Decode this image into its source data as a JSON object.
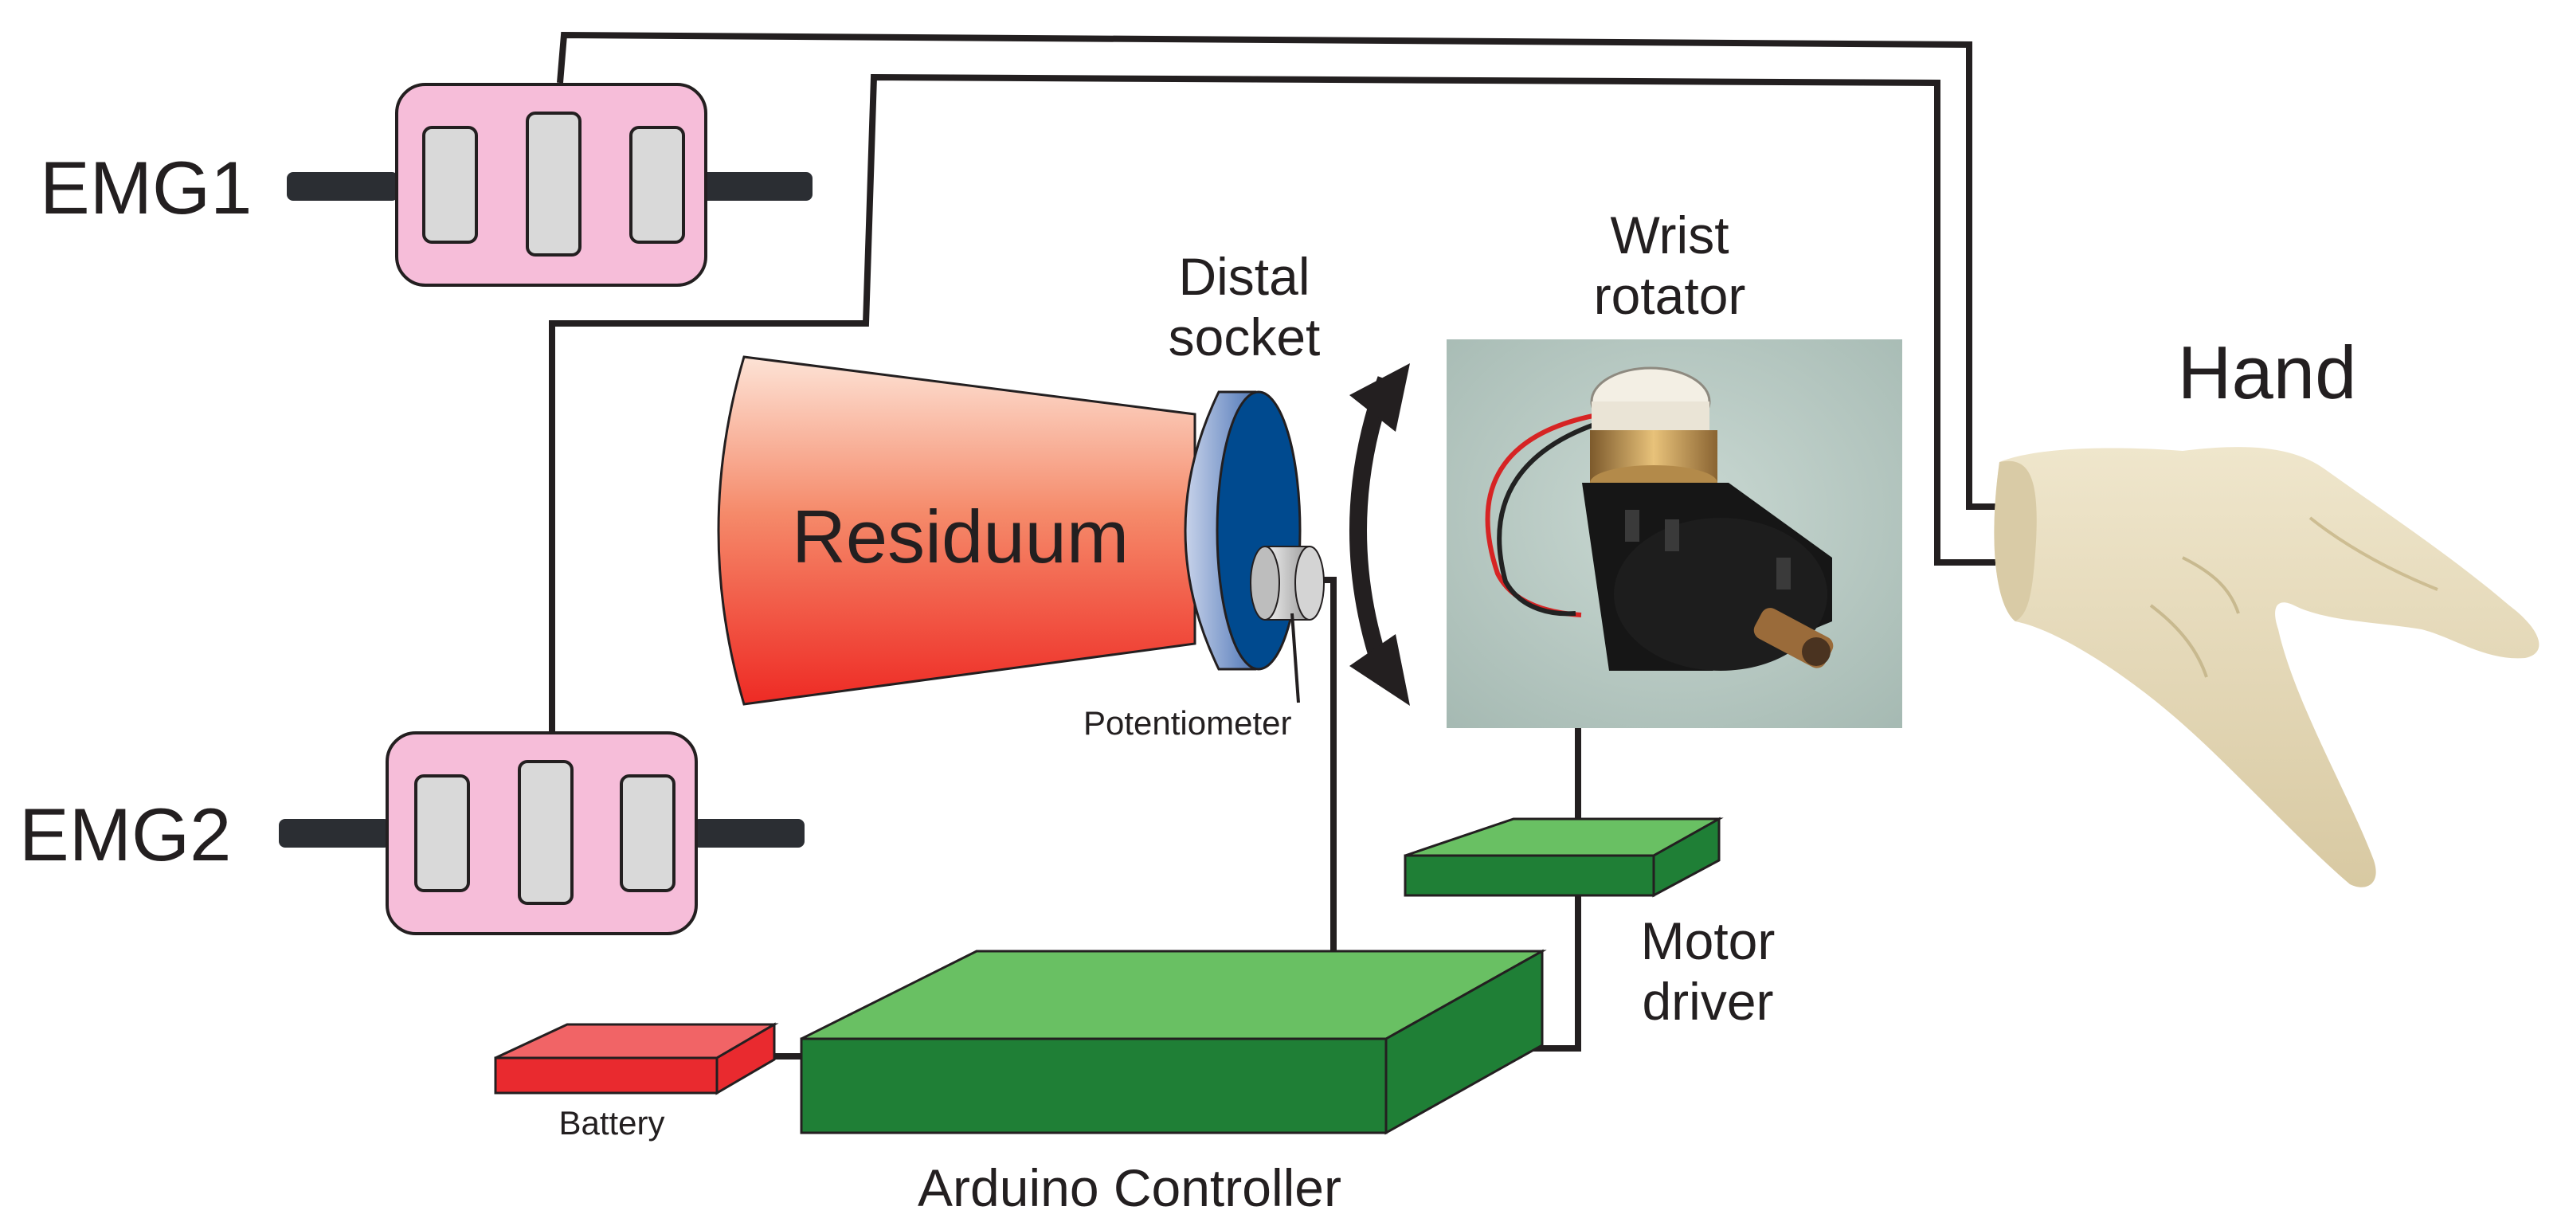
{
  "labels": {
    "emg1": "EMG1",
    "emg2": "EMG2",
    "residuum": "Residuum",
    "distal_socket_line1": "Distal",
    "distal_socket_line2": "socket",
    "potentiometer": "Potentiometer",
    "wrist_rotator_line1": "Wrist",
    "wrist_rotator_line2": "rotator",
    "hand": "Hand",
    "motor_driver_line1": "Motor",
    "motor_driver_line2": "driver",
    "battery": "Battery",
    "arduino_controller": "Arduino Controller"
  },
  "icons": {
    "rotation": "double-arrow-arc-icon",
    "photo_wrist_rotator": "wrist-rotator-photo",
    "photo_hand": "prosthetic-hand-photo"
  },
  "colors": {
    "emg_body": "#f6bdd9",
    "emg_electrode": "#d9d9d9",
    "emg_lead": "#2b2e33",
    "residuum_top": "#fde3d6",
    "residuum_bottom": "#ee2a24",
    "socket_dark": "#004a8f",
    "socket_light": "#c8d3ea",
    "board_top": "#69c063",
    "board_front": "#1f7f36",
    "battery_top": "#f16466",
    "battery_front": "#e92a2f",
    "wire": "#231f20",
    "photo_bg": "#b8cac3",
    "hand_skin": "#e6dbbd"
  }
}
